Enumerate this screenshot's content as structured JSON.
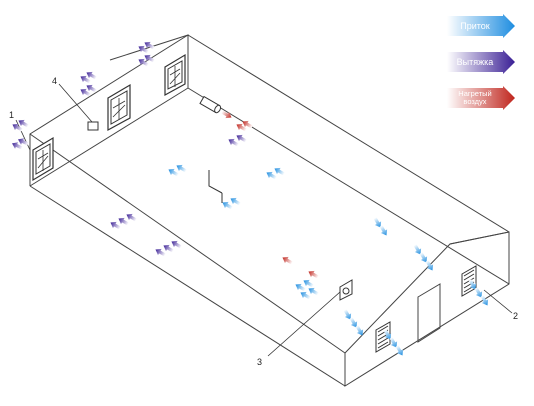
{
  "legend": {
    "supply": "Приток",
    "exhaust": "Вытяжка",
    "heated": "Нагретый воздух"
  },
  "callouts": [
    "1",
    "2",
    "3",
    "4"
  ],
  "colors": {
    "supply": "#3a9be0",
    "exhaust": "#4b2fa3",
    "heated": "#c0251d",
    "outline": "#444444"
  }
}
